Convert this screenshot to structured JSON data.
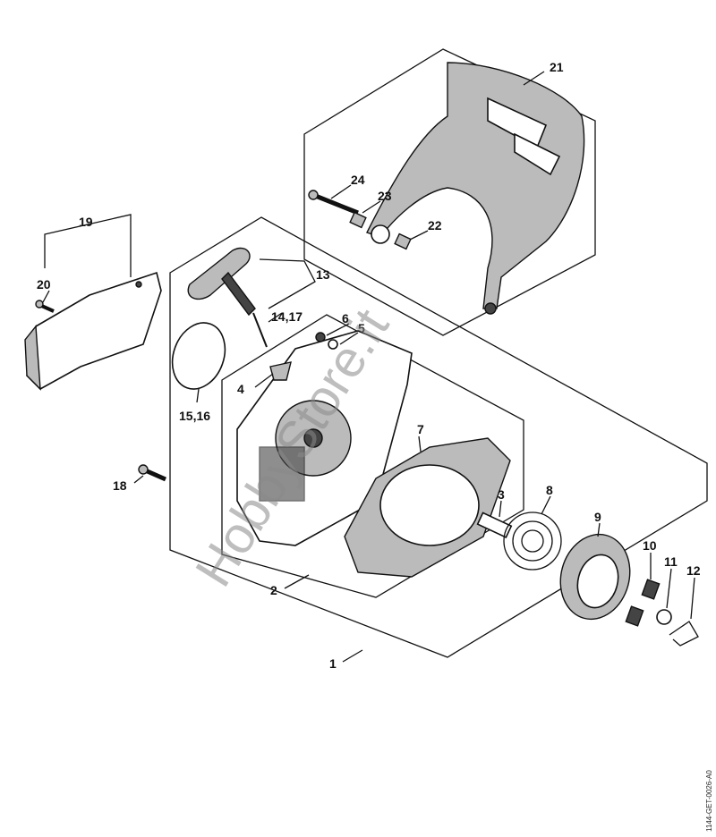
{
  "diagram": {
    "labels": {
      "p1": "1",
      "p2": "2",
      "p3": "3",
      "p4": "4",
      "p5": "5",
      "p6": "6",
      "p7": "7",
      "p8": "8",
      "p9": "9",
      "p10": "10",
      "p11": "11",
      "p12": "12",
      "p13": "13",
      "p14_17": "14,17",
      "p15_16": "15,16",
      "p18": "18",
      "p19": "19",
      "p20": "20",
      "p21": "21",
      "p22": "22",
      "p23": "23",
      "p24": "24"
    },
    "watermark": "HobbyStore.it",
    "drawing_code": "1144-GET-0026-A0"
  }
}
